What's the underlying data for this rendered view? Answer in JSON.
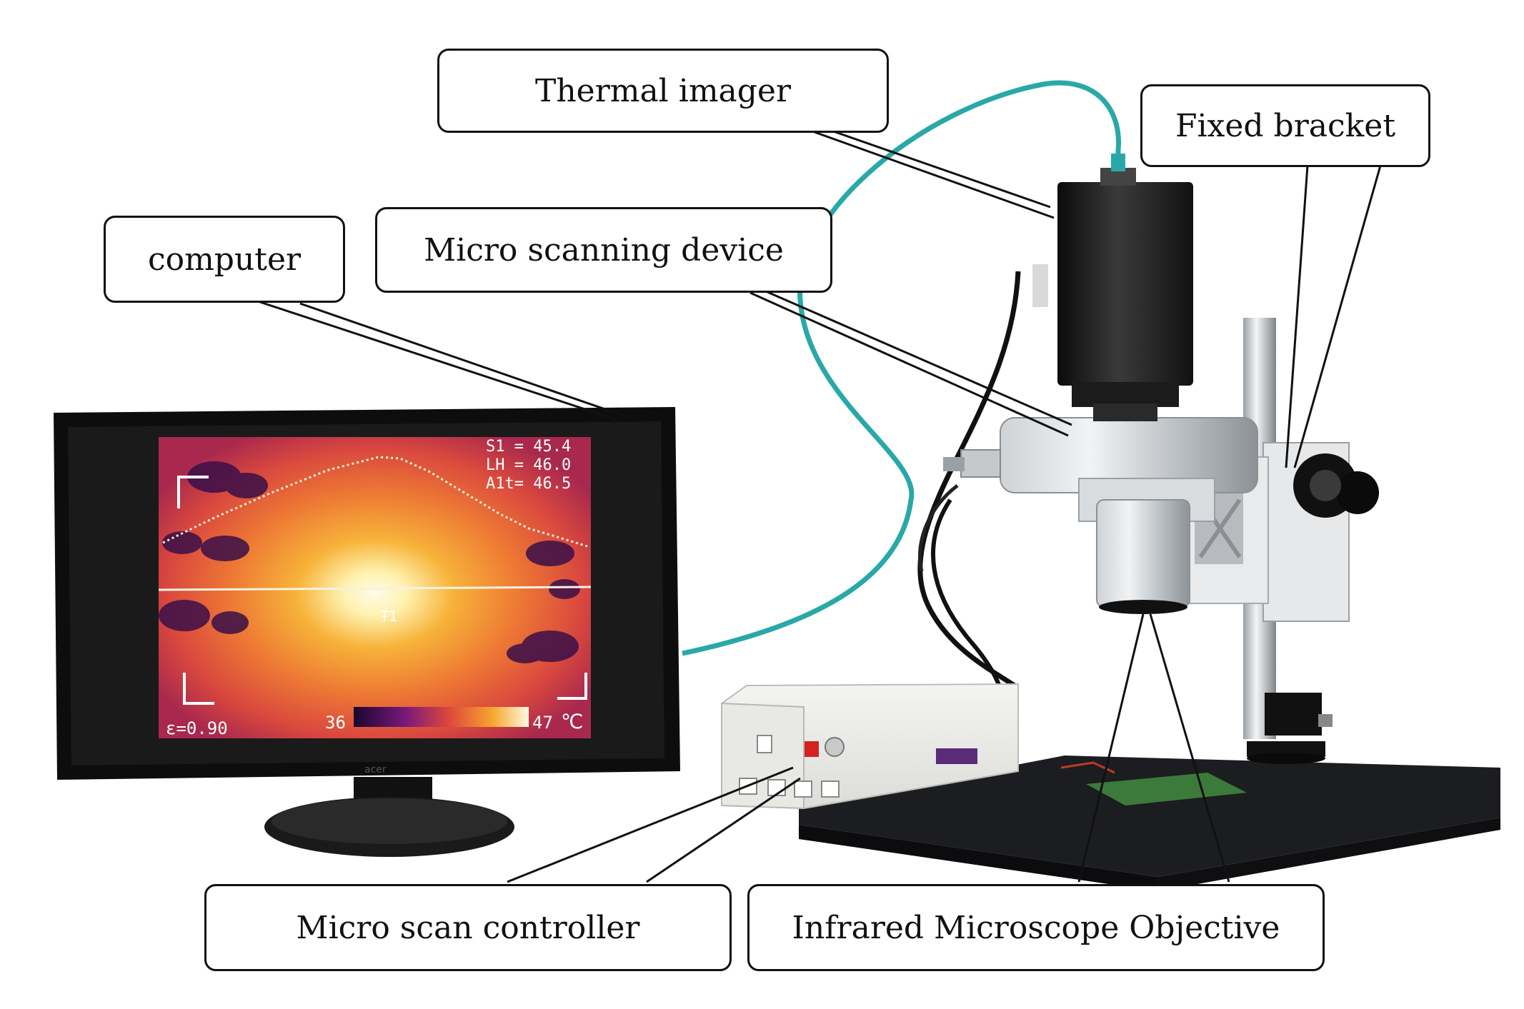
{
  "callouts": {
    "thermal_imager": "Thermal imager",
    "fixed_bracket": "Fixed bracket",
    "computer": "computer",
    "micro_scanning_device": "Micro scanning device",
    "micro_scan_controller": "Micro scan controller",
    "infrared_microscope_objective": "Infrared Microscope Objective"
  },
  "monitor_screen": {
    "readout_s1": "S1 = 45.4",
    "readout_lh": "LH = 46.0",
    "readout_alt": "A1t= 46.5",
    "emissivity": "ε=0.90",
    "scale_min": "36",
    "scale_max": "47",
    "scale_unit": "℃",
    "marker": "Ŧ1",
    "brand": "acer"
  },
  "colors": {
    "cable": "#2aa8a8",
    "thermal_hot": "#fff6c8",
    "thermal_mid": "#f2a12a",
    "thermal_cool": "#e0583a",
    "thermal_cold": "#2a0a3a",
    "callout_border": "#111111"
  }
}
